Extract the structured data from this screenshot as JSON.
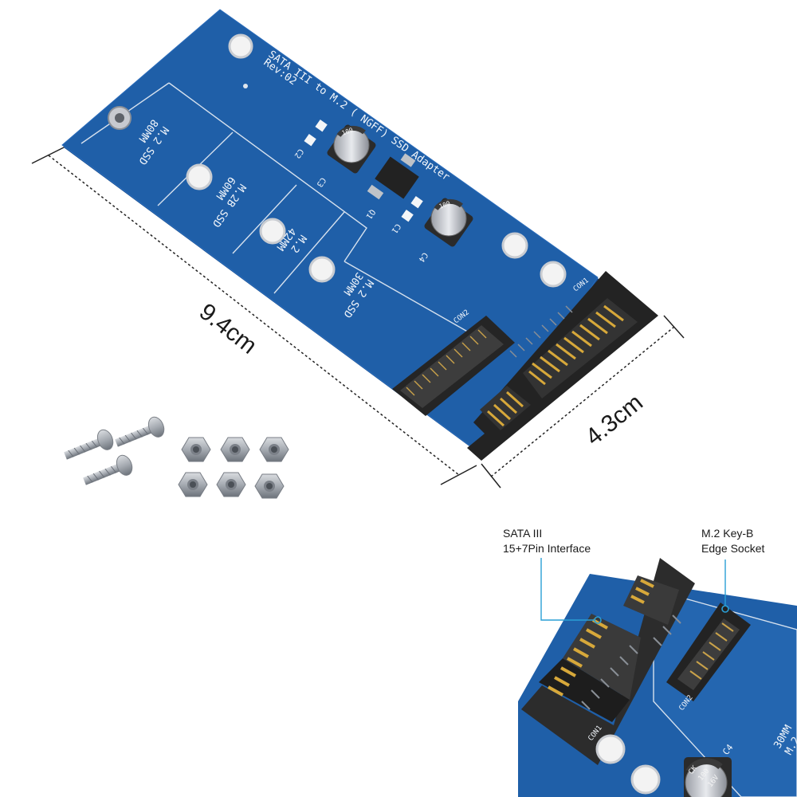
{
  "dimensions": {
    "length": "9.4cm",
    "width": "4.3cm"
  },
  "board": {
    "title": "SATA III to M.2 ( NGFF) SSD Adapter",
    "revision": "Rev:02",
    "slots": [
      {
        "line1": "M.2 SSD",
        "line2": "80MM"
      },
      {
        "line1": "M.2B SSD",
        "line2": "60MM"
      },
      {
        "line1": "M.2",
        "line2": "42MM"
      },
      {
        "line1": "M.2 SSD",
        "line2": "30MM"
      }
    ],
    "components": {
      "capacitor_top": "C3",
      "capacitor_bottom": "C4",
      "cap_small_1": "C2",
      "cap_small_2": "C1",
      "regulator": "Q1",
      "cap_value": "100",
      "cap_rating": "16V",
      "cap_brand": "CK",
      "connector_sata": "CON1",
      "connector_m2": "CON2"
    }
  },
  "callouts": {
    "sata": "SATA III\n15+7Pin Interface",
    "m2": "M.2 Key-B\nEdge Socket"
  },
  "detail": {
    "slot_label_line1": "30MM",
    "slot_label_line2": "M.2",
    "connector_sata": "CON1",
    "connector_m2": "CON2",
    "capacitor": "C4",
    "cap_brand": "CK",
    "cap_value": "100",
    "cap_rating": "16V"
  },
  "colors": {
    "pcb": "#1f5fa8",
    "pcb_edge": "#174c8c",
    "silkscreen": "#e8eef6",
    "connector": "#2a2a2a",
    "gold": "#d7a83a",
    "callout_line": "#2a9fd6"
  }
}
